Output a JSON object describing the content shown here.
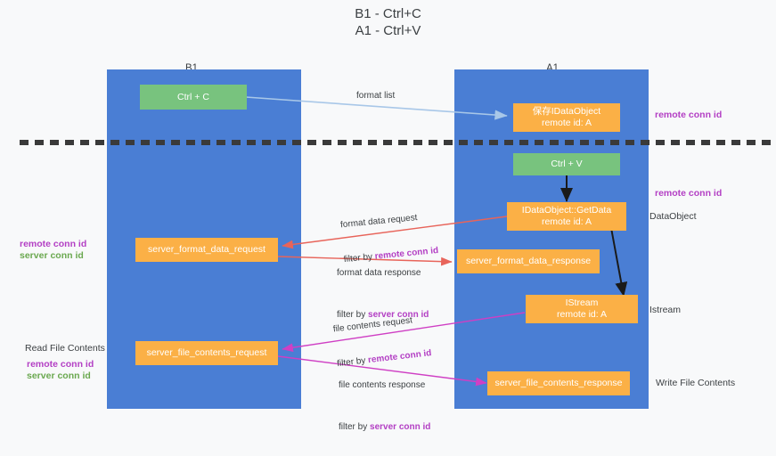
{
  "title": "B1 - Ctrl+C\nA1 - Ctrl+V",
  "columns": {
    "left": {
      "name": "B1",
      "role": "connection"
    },
    "right": {
      "name": "A1",
      "role": "remote"
    }
  },
  "colors": {
    "panel": "#4a7ed4",
    "green_node": "#78c37e",
    "orange_node": "#fbb046",
    "purple_text": "#b33fc4",
    "green_text": "#6aa84f",
    "arrow_blue": "#a8c7e8",
    "arrow_red": "#e8645a",
    "arrow_black": "#1a1a1a",
    "arrow_magenta": "#cf3fc4",
    "background": "#f8f9fa",
    "divider": "#3a3a3a"
  },
  "nodes": {
    "ctrl_c": {
      "label": "Ctrl + C",
      "kind": "green"
    },
    "ctrl_v": {
      "label": "Ctrl + V",
      "kind": "green"
    },
    "save_dataobject": {
      "label": "保存IDataObject\nremote id: A",
      "kind": "orange"
    },
    "getdata": {
      "label": "IDataObject::GetData\nremote id: A",
      "kind": "orange"
    },
    "server_format_data_request": {
      "label": "server_format_data_request",
      "kind": "orange"
    },
    "server_format_data_response": {
      "label": "server_format_data_response",
      "kind": "orange"
    },
    "istream": {
      "label": "IStream\nremote id: A",
      "kind": "orange"
    },
    "server_file_contents_request": {
      "label": "server_file_contents_request",
      "kind": "orange"
    },
    "server_file_contents_response": {
      "label": "server_file_contents_response",
      "kind": "orange"
    }
  },
  "edges": {
    "format_list": {
      "label": "format list"
    },
    "format_data_request": {
      "line1": "format data request",
      "prefix": "filter by ",
      "highlight": "remote conn id"
    },
    "format_data_response": {
      "line1": "format data response",
      "prefix": "filter by ",
      "highlight": "server conn id"
    },
    "file_contents_request": {
      "line1": "file contents request",
      "prefix": "filter by ",
      "highlight": "remote conn id"
    },
    "file_contents_response": {
      "line1": "file contents response",
      "prefix": "filter by ",
      "highlight": "server conn id"
    }
  },
  "right_labels": {
    "remote_conn_id_top": "remote conn id",
    "remote_conn_id_middle": "remote conn id",
    "dataobject": "DataObject",
    "istream": "Istream",
    "write_file_contents": "Write File Contents"
  },
  "left_labels": {
    "remote_conn_id_mid": "remote conn id",
    "server_conn_id_mid": "server conn id",
    "read_file_contents": "Read File Contents",
    "remote_conn_id_bottom": "remote conn id",
    "server_conn_id_bottom": "server conn id"
  }
}
